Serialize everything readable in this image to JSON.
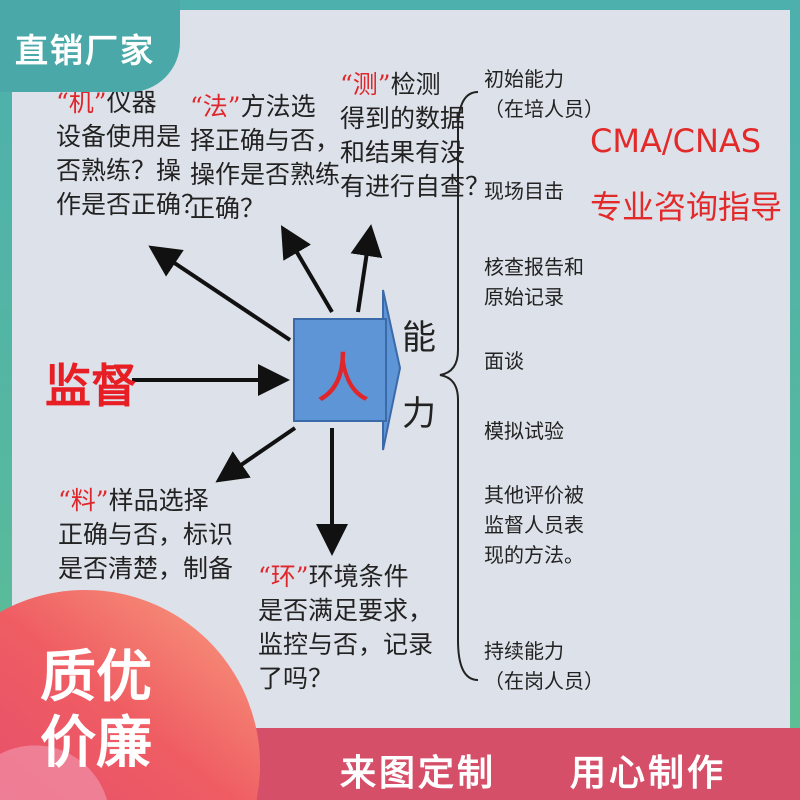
{
  "badge": "直销厂家",
  "machine": {
    "tag": "“机”",
    "lines": [
      "仪器",
      "设备使用是",
      "否熟练？操",
      "作是否正确？"
    ]
  },
  "method": {
    "tag": "“法”",
    "lines": [
      "方法选",
      "择正确与否，",
      "操作是否熟练",
      "正确？"
    ]
  },
  "measure": {
    "tag": "“测”",
    "lines": [
      "检测",
      "得到的数据",
      "和结果有没",
      "有进行自查？"
    ]
  },
  "material": {
    "tag": "“料”",
    "lines": [
      "样品选择",
      "正确与否，标识",
      "是否清楚，制备"
    ]
  },
  "environment": {
    "tag": "“环”",
    "lines": [
      "环境条件",
      "是否满足要求，",
      "监控与否，记录",
      "了吗？"
    ]
  },
  "supervision": "监督",
  "person": "人",
  "ability": [
    "能",
    "力"
  ],
  "cma": [
    "CMA/CNAS",
    "专业咨询指导"
  ],
  "methods": [
    "初始能力",
    "（在培人员）",
    "现场目击",
    "核查报告和",
    "原始记录",
    "面谈",
    "模拟试验",
    "其他评价被",
    "监督人员表",
    "现的方法。",
    "持续能力",
    "（在岗人员）"
  ],
  "promo": [
    "质优",
    "价廉"
  ],
  "bottom": [
    "来图定制",
    "用心制作"
  ]
}
